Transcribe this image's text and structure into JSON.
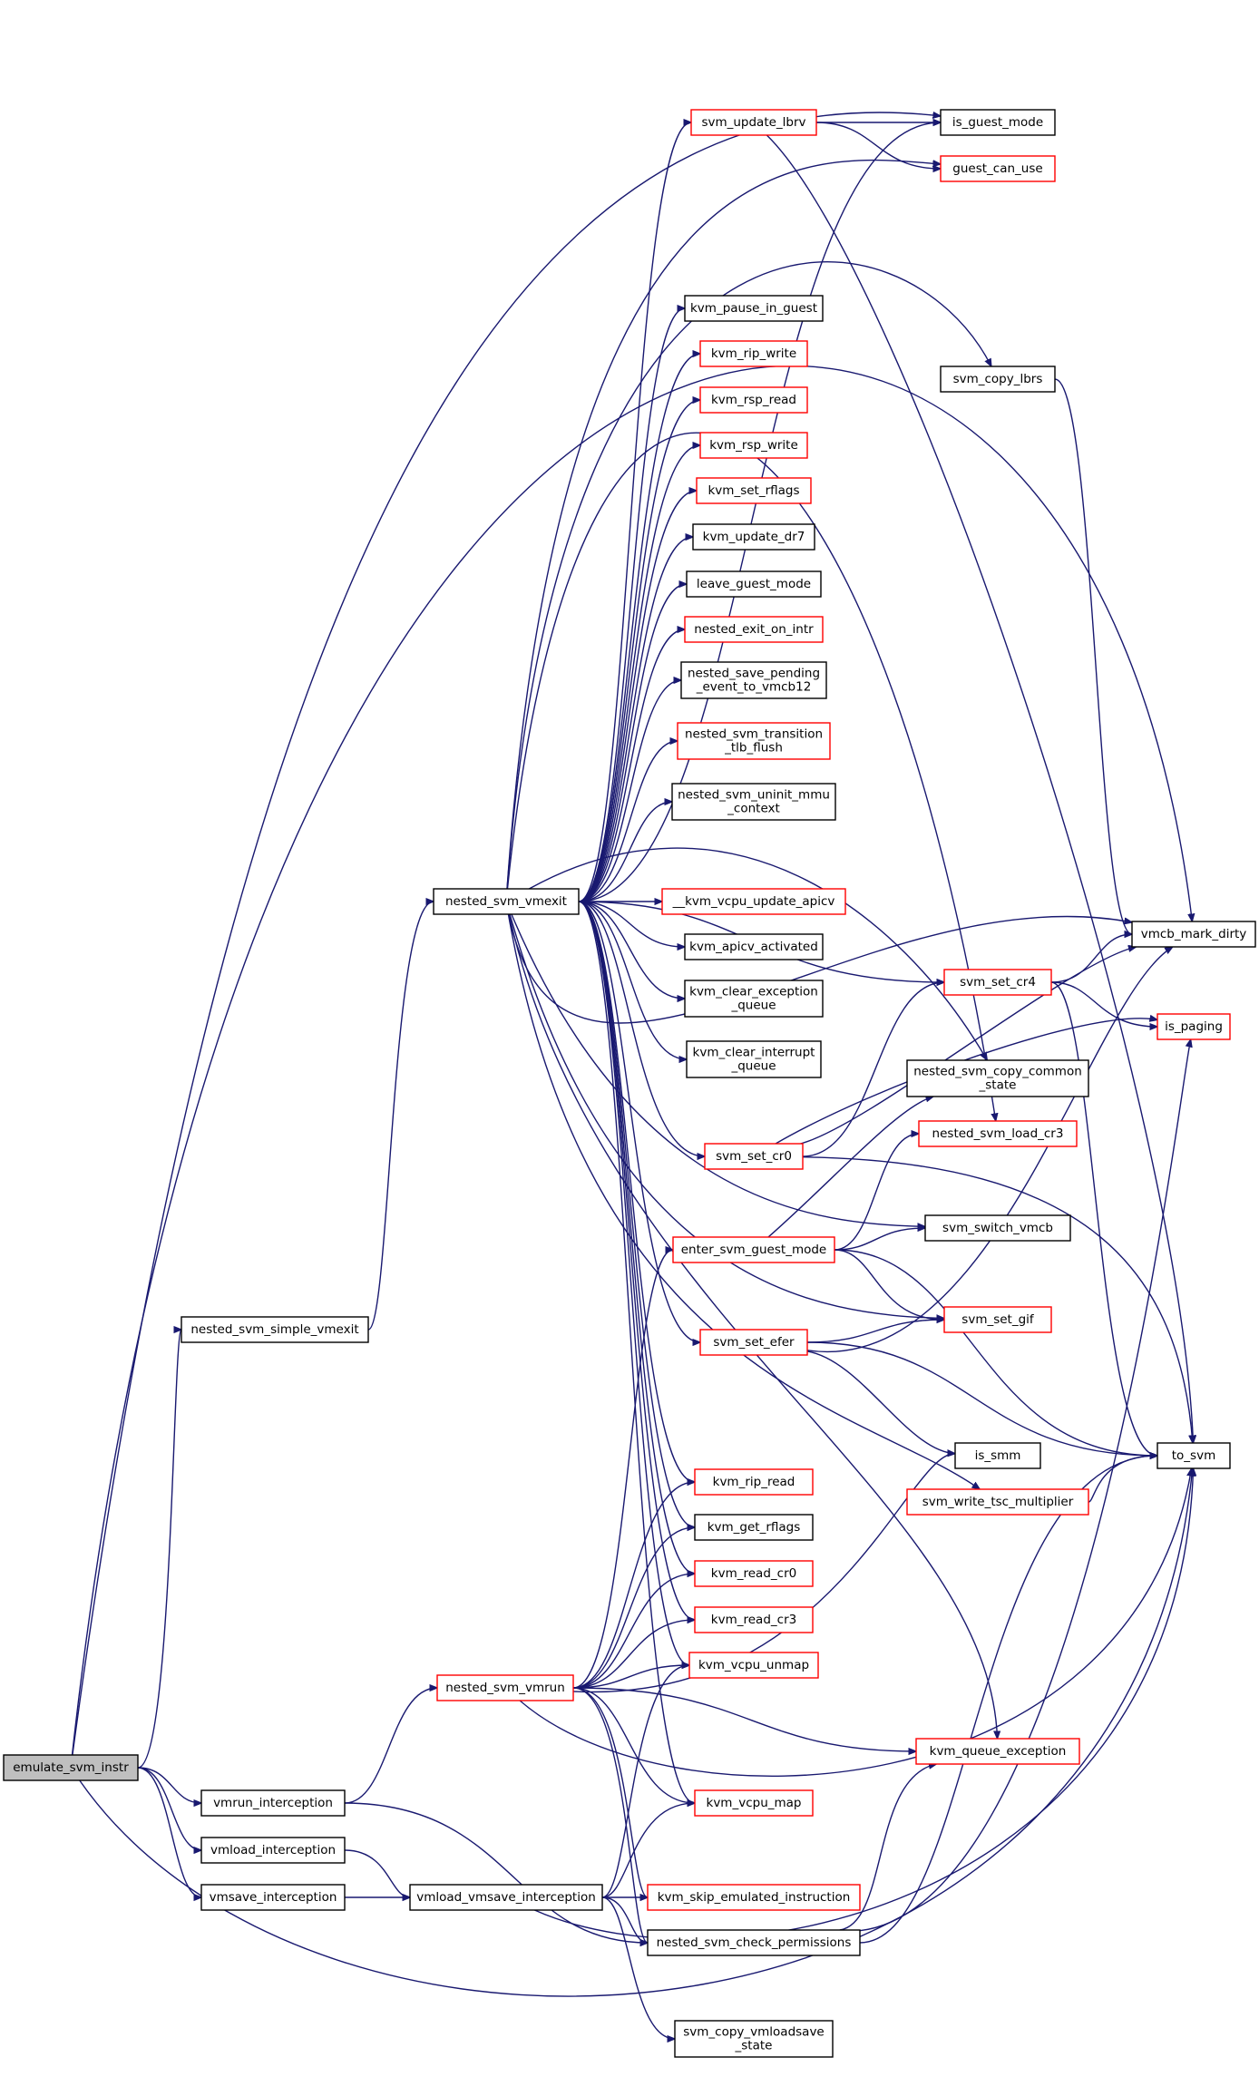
{
  "colors": {
    "edge": "#191970",
    "border_red": "#ff0000",
    "border_black": "#000000",
    "root_fill": "#bfbfbf",
    "node_fill": "#ffffff"
  },
  "nodes": [
    {
      "id": "emulate_svm_instr",
      "lines": [
        "emulate_svm_instr"
      ],
      "style": "root"
    },
    {
      "id": "nested_svm_simple_vmexit",
      "lines": [
        "nested_svm_simple_vmexit"
      ],
      "style": "black"
    },
    {
      "id": "vmrun_interception",
      "lines": [
        "vmrun_interception"
      ],
      "style": "black"
    },
    {
      "id": "vmload_interception",
      "lines": [
        "vmload_interception"
      ],
      "style": "black"
    },
    {
      "id": "vmsave_interception",
      "lines": [
        "vmsave_interception"
      ],
      "style": "black"
    },
    {
      "id": "nested_svm_vmexit",
      "lines": [
        "nested_svm_vmexit"
      ],
      "style": "black"
    },
    {
      "id": "nested_svm_vmrun",
      "lines": [
        "nested_svm_vmrun"
      ],
      "style": "red"
    },
    {
      "id": "vmload_vmsave_interception",
      "lines": [
        "vmload_vmsave_interception"
      ],
      "style": "black"
    },
    {
      "id": "svm_update_lbrv",
      "lines": [
        "svm_update_lbrv"
      ],
      "style": "red"
    },
    {
      "id": "kvm_pause_in_guest",
      "lines": [
        "kvm_pause_in_guest"
      ],
      "style": "black"
    },
    {
      "id": "kvm_rip_write",
      "lines": [
        "kvm_rip_write"
      ],
      "style": "red"
    },
    {
      "id": "kvm_rsp_read",
      "lines": [
        "kvm_rsp_read"
      ],
      "style": "red"
    },
    {
      "id": "kvm_rsp_write",
      "lines": [
        "kvm_rsp_write"
      ],
      "style": "red"
    },
    {
      "id": "kvm_set_rflags",
      "lines": [
        "kvm_set_rflags"
      ],
      "style": "red"
    },
    {
      "id": "kvm_update_dr7",
      "lines": [
        "kvm_update_dr7"
      ],
      "style": "black"
    },
    {
      "id": "leave_guest_mode",
      "lines": [
        "leave_guest_mode"
      ],
      "style": "black"
    },
    {
      "id": "nested_exit_on_intr",
      "lines": [
        "nested_exit_on_intr"
      ],
      "style": "red"
    },
    {
      "id": "nested_save_pending_event_to_vmcb12",
      "lines": [
        "nested_save_pending",
        "_event_to_vmcb12"
      ],
      "style": "black"
    },
    {
      "id": "nested_svm_transition_tlb_flush",
      "lines": [
        "nested_svm_transition",
        "_tlb_flush"
      ],
      "style": "red"
    },
    {
      "id": "nested_svm_uninit_mmu_context",
      "lines": [
        "nested_svm_uninit_mmu",
        "_context"
      ],
      "style": "black"
    },
    {
      "id": "__kvm_vcpu_update_apicv",
      "lines": [
        "__kvm_vcpu_update_apicv"
      ],
      "style": "red"
    },
    {
      "id": "kvm_apicv_activated",
      "lines": [
        "kvm_apicv_activated"
      ],
      "style": "black"
    },
    {
      "id": "kvm_clear_exception_queue",
      "lines": [
        "kvm_clear_exception",
        "_queue"
      ],
      "style": "black"
    },
    {
      "id": "kvm_clear_interrupt_queue",
      "lines": [
        "kvm_clear_interrupt",
        "_queue"
      ],
      "style": "black"
    },
    {
      "id": "svm_set_cr0",
      "lines": [
        "svm_set_cr0"
      ],
      "style": "red"
    },
    {
      "id": "enter_svm_guest_mode",
      "lines": [
        "enter_svm_guest_mode"
      ],
      "style": "red"
    },
    {
      "id": "svm_set_efer",
      "lines": [
        "svm_set_efer"
      ],
      "style": "red"
    },
    {
      "id": "kvm_rip_read",
      "lines": [
        "kvm_rip_read"
      ],
      "style": "red"
    },
    {
      "id": "kvm_get_rflags",
      "lines": [
        "kvm_get_rflags"
      ],
      "style": "black"
    },
    {
      "id": "kvm_read_cr0",
      "lines": [
        "kvm_read_cr0"
      ],
      "style": "red"
    },
    {
      "id": "kvm_read_cr3",
      "lines": [
        "kvm_read_cr3"
      ],
      "style": "red"
    },
    {
      "id": "kvm_vcpu_unmap",
      "lines": [
        "kvm_vcpu_unmap"
      ],
      "style": "red"
    },
    {
      "id": "kvm_vcpu_map",
      "lines": [
        "kvm_vcpu_map"
      ],
      "style": "red"
    },
    {
      "id": "kvm_skip_emulated_instruction",
      "lines": [
        "kvm_skip_emulated_instruction"
      ],
      "style": "red"
    },
    {
      "id": "nested_svm_check_permissions",
      "lines": [
        "nested_svm_check_permissions"
      ],
      "style": "black"
    },
    {
      "id": "svm_copy_vmloadsave_state",
      "lines": [
        "svm_copy_vmloadsave",
        "_state"
      ],
      "style": "black"
    },
    {
      "id": "is_guest_mode",
      "lines": [
        "is_guest_mode"
      ],
      "style": "black"
    },
    {
      "id": "guest_can_use",
      "lines": [
        "guest_can_use"
      ],
      "style": "red"
    },
    {
      "id": "svm_copy_lbrs",
      "lines": [
        "svm_copy_lbrs"
      ],
      "style": "black"
    },
    {
      "id": "svm_set_cr4",
      "lines": [
        "svm_set_cr4"
      ],
      "style": "red"
    },
    {
      "id": "nested_svm_copy_common_state",
      "lines": [
        "nested_svm_copy_common",
        "_state"
      ],
      "style": "black"
    },
    {
      "id": "nested_svm_load_cr3",
      "lines": [
        "nested_svm_load_cr3"
      ],
      "style": "red"
    },
    {
      "id": "svm_switch_vmcb",
      "lines": [
        "svm_switch_vmcb"
      ],
      "style": "black"
    },
    {
      "id": "svm_set_gif",
      "lines": [
        "svm_set_gif"
      ],
      "style": "red"
    },
    {
      "id": "is_smm",
      "lines": [
        "is_smm"
      ],
      "style": "black"
    },
    {
      "id": "svm_write_tsc_multiplier",
      "lines": [
        "svm_write_tsc_multiplier"
      ],
      "style": "red"
    },
    {
      "id": "kvm_queue_exception",
      "lines": [
        "kvm_queue_exception"
      ],
      "style": "red"
    },
    {
      "id": "vmcb_mark_dirty",
      "lines": [
        "vmcb_mark_dirty"
      ],
      "style": "black"
    },
    {
      "id": "is_paging",
      "lines": [
        "is_paging"
      ],
      "style": "red"
    },
    {
      "id": "to_svm",
      "lines": [
        "to_svm"
      ],
      "style": "black"
    }
  ],
  "edges": [
    [
      "emulate_svm_instr",
      "nested_svm_simple_vmexit"
    ],
    [
      "emulate_svm_instr",
      "vmrun_interception"
    ],
    [
      "emulate_svm_instr",
      "vmload_interception"
    ],
    [
      "emulate_svm_instr",
      "vmsave_interception"
    ],
    [
      "emulate_svm_instr",
      "is_guest_mode"
    ],
    [
      "emulate_svm_instr",
      "vmcb_mark_dirty"
    ],
    [
      "emulate_svm_instr",
      "to_svm"
    ],
    [
      "nested_svm_simple_vmexit",
      "nested_svm_vmexit"
    ],
    [
      "vmrun_interception",
      "nested_svm_vmrun"
    ],
    [
      "vmrun_interception",
      "nested_svm_check_permissions"
    ],
    [
      "vmload_interception",
      "vmload_vmsave_interception"
    ],
    [
      "vmsave_interception",
      "vmload_vmsave_interception"
    ],
    [
      "nested_svm_vmexit",
      "svm_update_lbrv"
    ],
    [
      "nested_svm_vmexit",
      "is_guest_mode"
    ],
    [
      "nested_svm_vmexit",
      "guest_can_use"
    ],
    [
      "nested_svm_vmexit",
      "svm_copy_lbrs"
    ],
    [
      "nested_svm_vmexit",
      "kvm_pause_in_guest"
    ],
    [
      "nested_svm_vmexit",
      "kvm_rip_write"
    ],
    [
      "nested_svm_vmexit",
      "kvm_rsp_read"
    ],
    [
      "nested_svm_vmexit",
      "kvm_rsp_write"
    ],
    [
      "nested_svm_vmexit",
      "kvm_set_rflags"
    ],
    [
      "nested_svm_vmexit",
      "kvm_update_dr7"
    ],
    [
      "nested_svm_vmexit",
      "leave_guest_mode"
    ],
    [
      "nested_svm_vmexit",
      "nested_exit_on_intr"
    ],
    [
      "nested_svm_vmexit",
      "nested_save_pending_event_to_vmcb12"
    ],
    [
      "nested_svm_vmexit",
      "nested_svm_transition_tlb_flush"
    ],
    [
      "nested_svm_vmexit",
      "nested_svm_uninit_mmu_context"
    ],
    [
      "nested_svm_vmexit",
      "__kvm_vcpu_update_apicv"
    ],
    [
      "nested_svm_vmexit",
      "kvm_apicv_activated"
    ],
    [
      "nested_svm_vmexit",
      "kvm_clear_exception_queue"
    ],
    [
      "nested_svm_vmexit",
      "kvm_clear_interrupt_queue"
    ],
    [
      "nested_svm_vmexit",
      "nested_svm_copy_common_state"
    ],
    [
      "nested_svm_vmexit",
      "nested_svm_load_cr3"
    ],
    [
      "nested_svm_vmexit",
      "svm_set_cr0"
    ],
    [
      "nested_svm_vmexit",
      "svm_set_cr4"
    ],
    [
      "nested_svm_vmexit",
      "vmcb_mark_dirty"
    ],
    [
      "nested_svm_vmexit",
      "svm_switch_vmcb"
    ],
    [
      "nested_svm_vmexit",
      "svm_set_gif"
    ],
    [
      "nested_svm_vmexit",
      "svm_set_efer"
    ],
    [
      "nested_svm_vmexit",
      "svm_write_tsc_multiplier"
    ],
    [
      "nested_svm_vmexit",
      "kvm_rip_read"
    ],
    [
      "nested_svm_vmexit",
      "kvm_get_rflags"
    ],
    [
      "nested_svm_vmexit",
      "kvm_read_cr0"
    ],
    [
      "nested_svm_vmexit",
      "kvm_read_cr3"
    ],
    [
      "nested_svm_vmexit",
      "kvm_vcpu_unmap"
    ],
    [
      "nested_svm_vmexit",
      "kvm_queue_exception"
    ],
    [
      "nested_svm_vmexit",
      "kvm_vcpu_map"
    ],
    [
      "nested_svm_vmrun",
      "enter_svm_guest_mode"
    ],
    [
      "nested_svm_vmrun",
      "kvm_rip_read"
    ],
    [
      "nested_svm_vmrun",
      "kvm_get_rflags"
    ],
    [
      "nested_svm_vmrun",
      "kvm_read_cr0"
    ],
    [
      "nested_svm_vmrun",
      "kvm_read_cr3"
    ],
    [
      "nested_svm_vmrun",
      "kvm_vcpu_unmap"
    ],
    [
      "nested_svm_vmrun",
      "is_smm"
    ],
    [
      "nested_svm_vmrun",
      "kvm_queue_exception"
    ],
    [
      "nested_svm_vmrun",
      "kvm_vcpu_map"
    ],
    [
      "nested_svm_vmrun",
      "kvm_skip_emulated_instruction"
    ],
    [
      "nested_svm_vmrun",
      "nested_svm_check_permissions"
    ],
    [
      "nested_svm_vmrun",
      "to_svm"
    ],
    [
      "vmload_vmsave_interception",
      "kvm_vcpu_unmap"
    ],
    [
      "vmload_vmsave_interception",
      "kvm_vcpu_map"
    ],
    [
      "vmload_vmsave_interception",
      "kvm_skip_emulated_instruction"
    ],
    [
      "vmload_vmsave_interception",
      "nested_svm_check_permissions"
    ],
    [
      "vmload_vmsave_interception",
      "svm_copy_vmloadsave_state"
    ],
    [
      "vmload_vmsave_interception",
      "to_svm"
    ],
    [
      "svm_update_lbrv",
      "is_guest_mode"
    ],
    [
      "svm_update_lbrv",
      "guest_can_use"
    ],
    [
      "svm_update_lbrv",
      "to_svm"
    ],
    [
      "svm_copy_lbrs",
      "vmcb_mark_dirty"
    ],
    [
      "svm_set_cr0",
      "svm_set_cr4"
    ],
    [
      "svm_set_cr0",
      "vmcb_mark_dirty"
    ],
    [
      "svm_set_cr0",
      "is_paging"
    ],
    [
      "svm_set_cr0",
      "to_svm"
    ],
    [
      "enter_svm_guest_mode",
      "nested_svm_copy_common_state"
    ],
    [
      "enter_svm_guest_mode",
      "nested_svm_load_cr3"
    ],
    [
      "enter_svm_guest_mode",
      "svm_switch_vmcb"
    ],
    [
      "enter_svm_guest_mode",
      "svm_set_gif"
    ],
    [
      "enter_svm_guest_mode",
      "to_svm"
    ],
    [
      "svm_set_efer",
      "svm_set_gif"
    ],
    [
      "svm_set_efer",
      "is_smm"
    ],
    [
      "svm_set_efer",
      "vmcb_mark_dirty"
    ],
    [
      "svm_set_efer",
      "to_svm"
    ],
    [
      "svm_set_cr4",
      "vmcb_mark_dirty"
    ],
    [
      "svm_set_cr4",
      "is_paging"
    ],
    [
      "svm_set_cr4",
      "to_svm"
    ],
    [
      "svm_write_tsc_multiplier",
      "to_svm"
    ],
    [
      "nested_svm_check_permissions",
      "kvm_queue_exception"
    ],
    [
      "nested_svm_check_permissions",
      "is_paging"
    ],
    [
      "nested_svm_check_permissions",
      "to_svm"
    ]
  ]
}
